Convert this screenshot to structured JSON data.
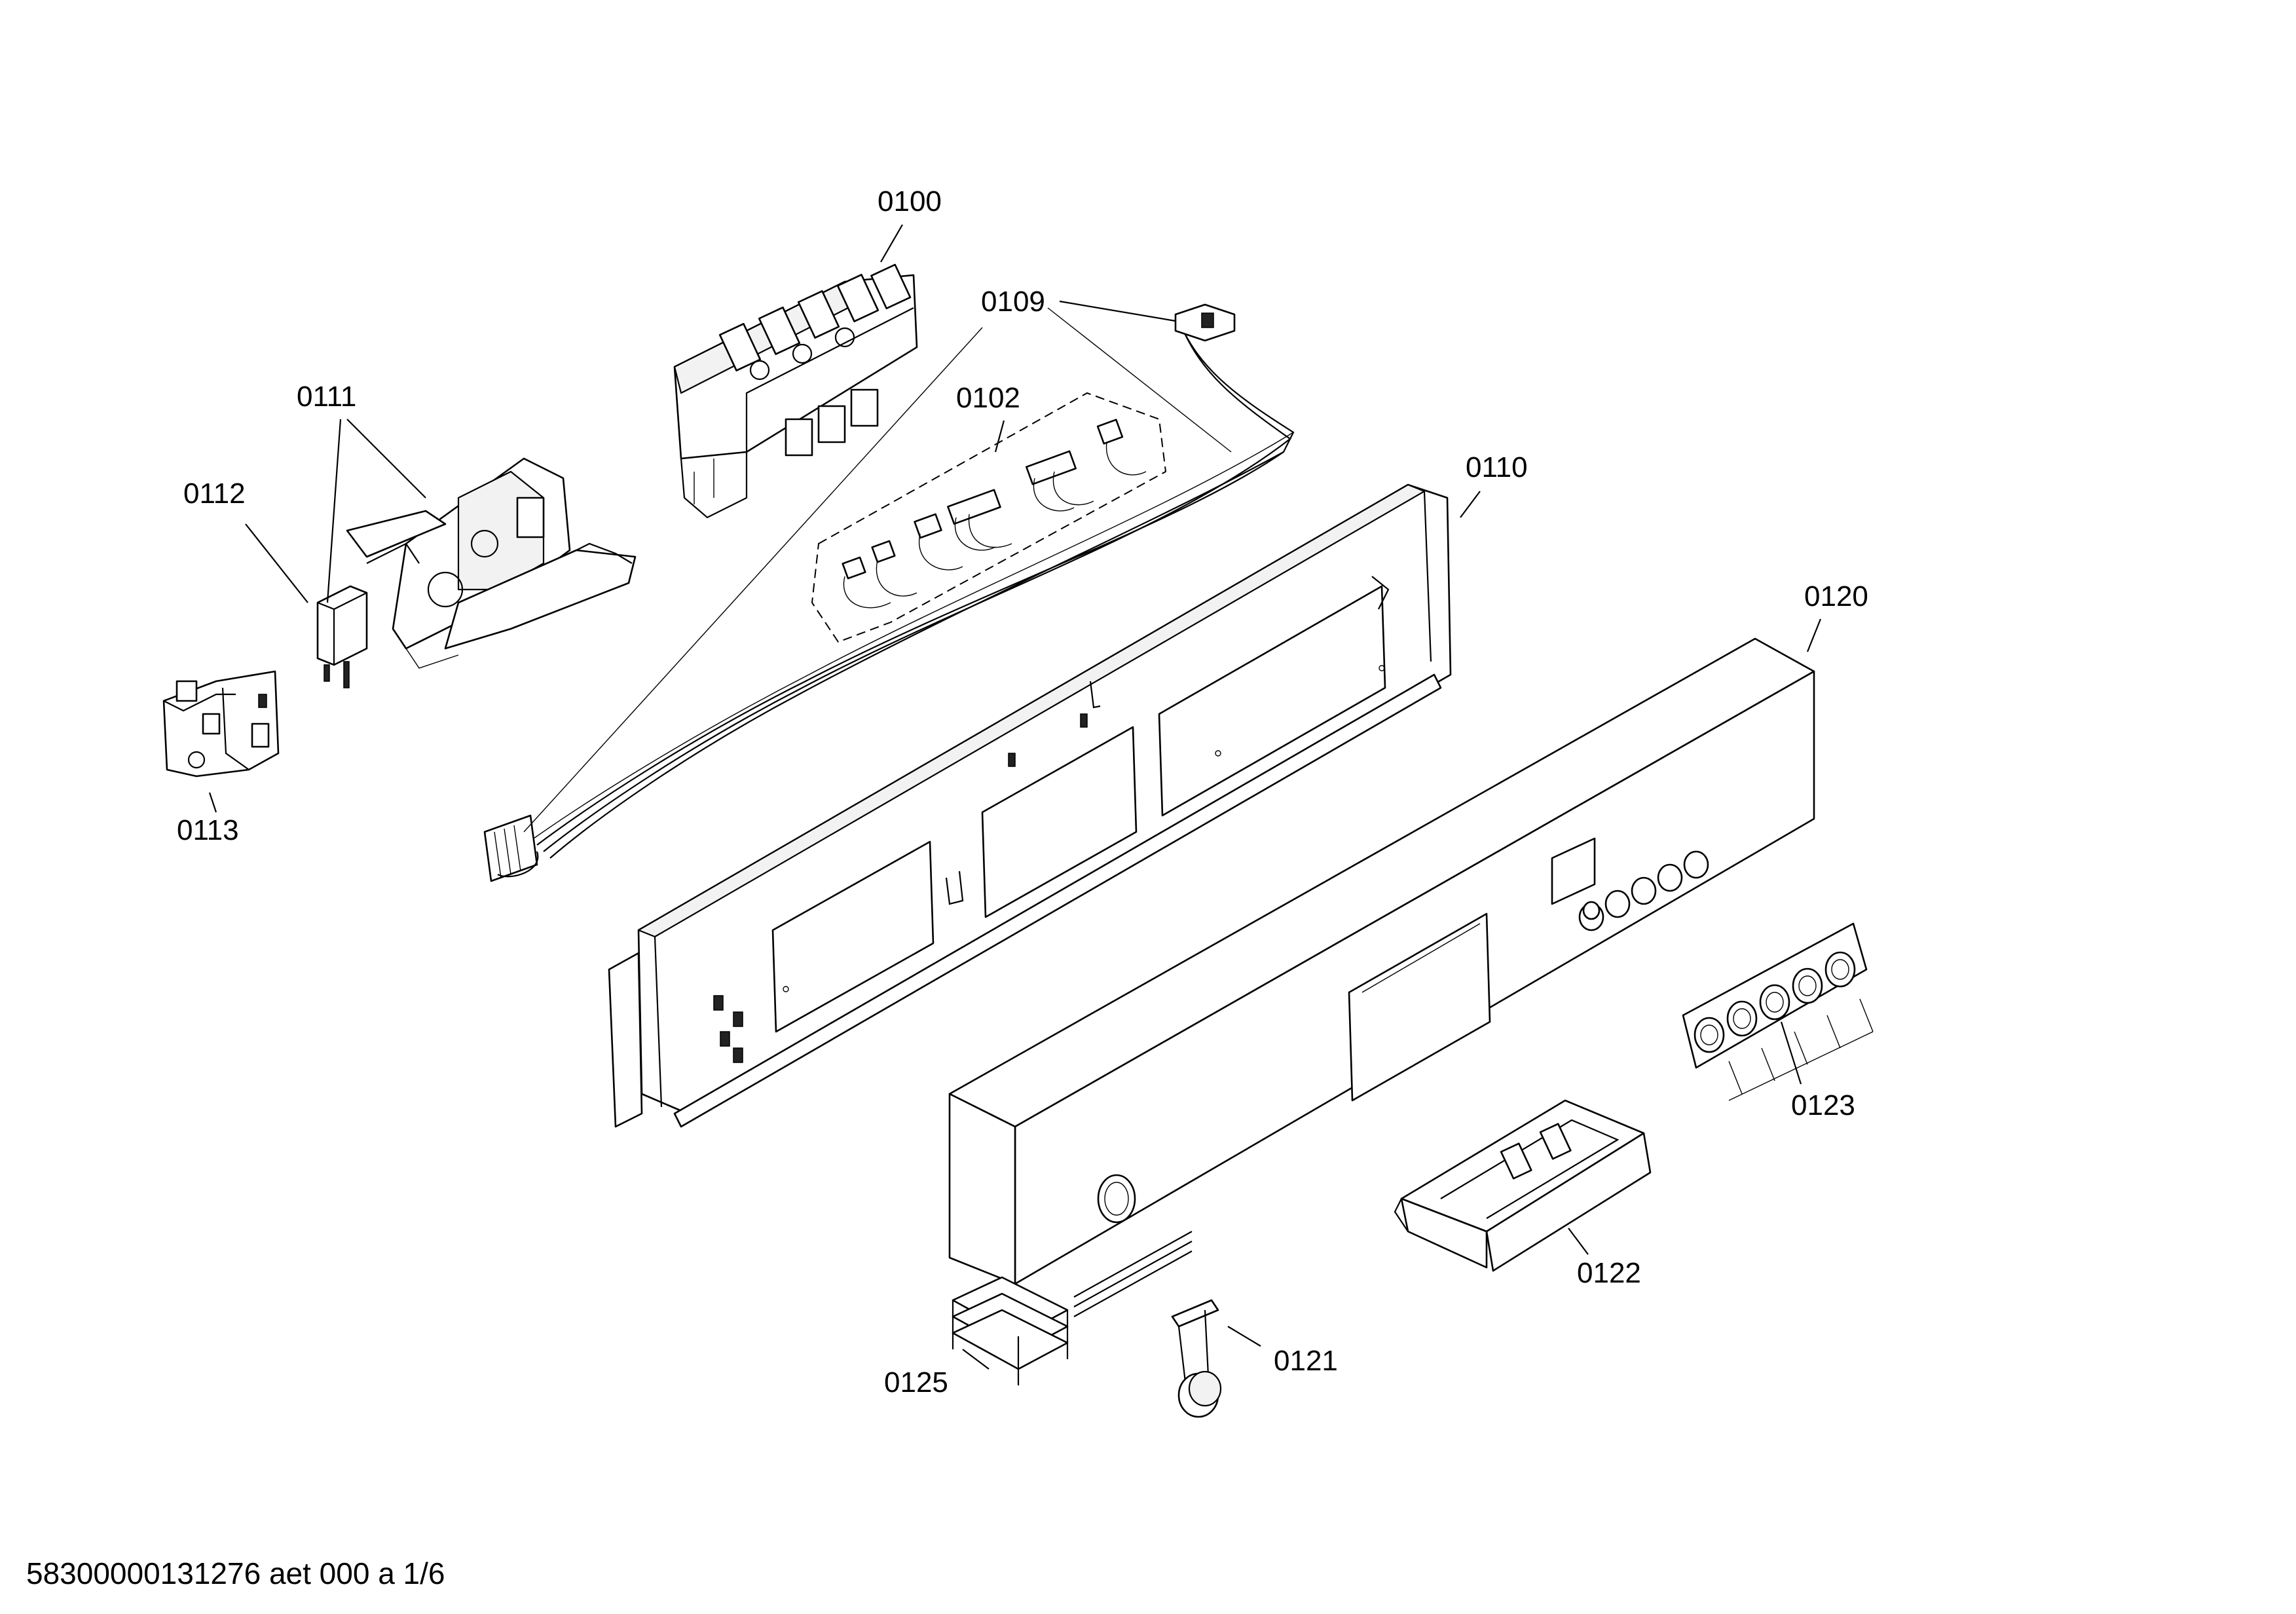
{
  "callouts": [
    {
      "id": "0100",
      "text": "0100"
    },
    {
      "id": "0109",
      "text": "0109"
    },
    {
      "id": "0102",
      "text": "0102"
    },
    {
      "id": "0110",
      "text": "0110"
    },
    {
      "id": "0111",
      "text": "0111"
    },
    {
      "id": "0112",
      "text": "0112"
    },
    {
      "id": "0113",
      "text": "0113"
    },
    {
      "id": "0120",
      "text": "0120"
    },
    {
      "id": "0123",
      "text": "0123"
    },
    {
      "id": "0122",
      "text": "0122"
    },
    {
      "id": "0121",
      "text": "0121"
    },
    {
      "id": "0125",
      "text": "0125"
    }
  ],
  "footer": {
    "doc_id": "58300000131276 aet 000 a 1/6"
  }
}
